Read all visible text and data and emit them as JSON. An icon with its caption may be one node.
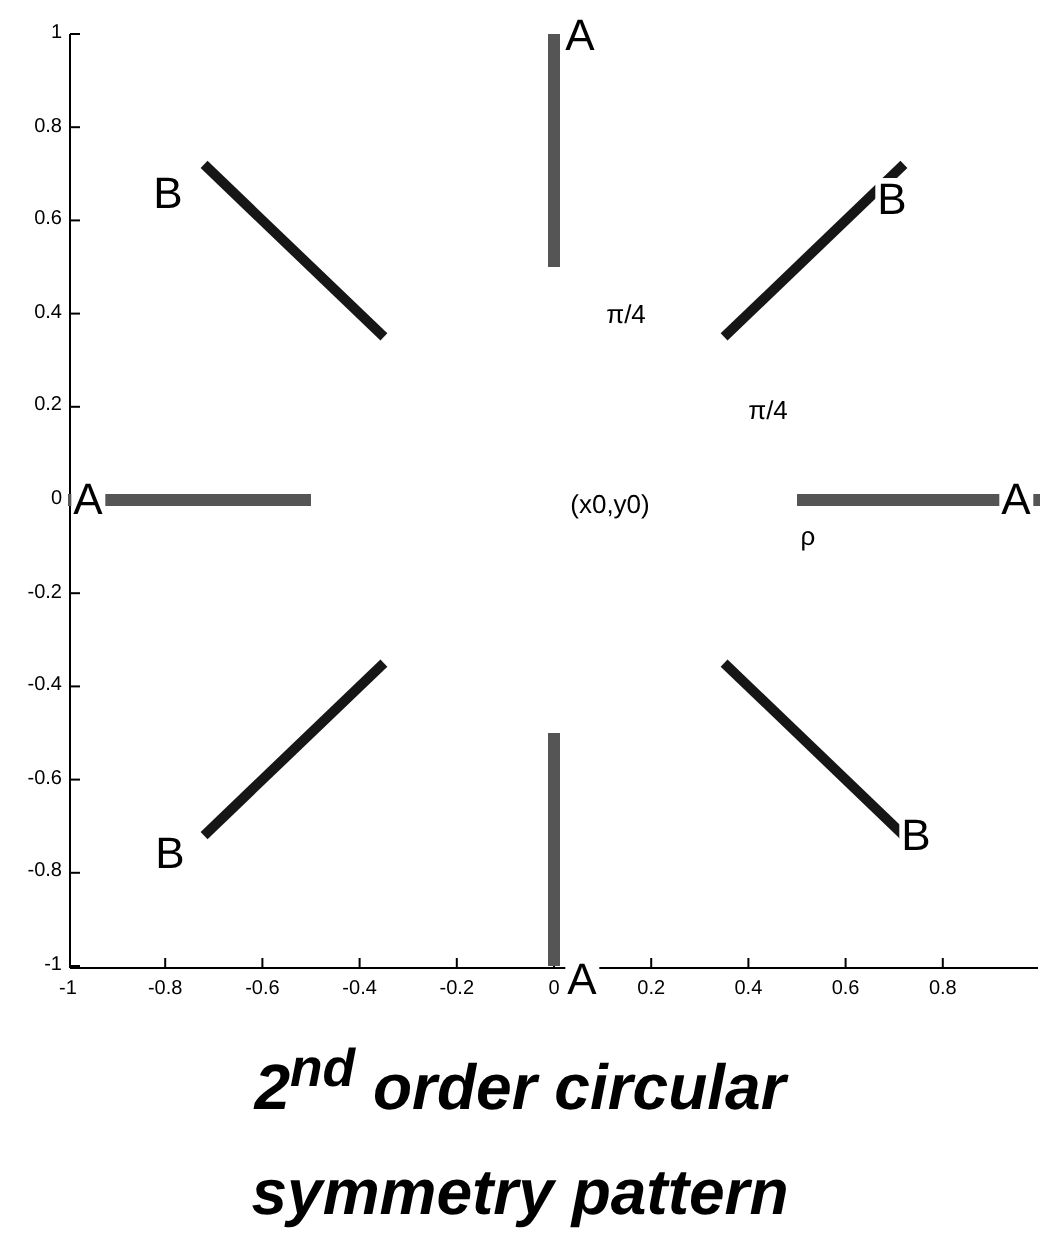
{
  "diagram": {
    "caption": "2$^{nd}$ order circular symmetry pattern",
    "labels": [
      "1",
      "A",
      "0.8",
      "B",
      "B",
      "0.6",
      "0.4",
      "π/4",
      "0.2",
      "π/4",
      "0",
      "A",
      "(x0,y0)",
      "A",
      "ρ",
      "-0.2",
      "-0.4",
      "-0.6",
      "B",
      "B",
      "-0.8",
      "-1",
      "A",
      "-1",
      "-0.8",
      "-0.6",
      "-0.4",
      "-0.2",
      "0",
      "0.2",
      "0.4",
      "0.6",
      "0.8"
    ]
  }
}
